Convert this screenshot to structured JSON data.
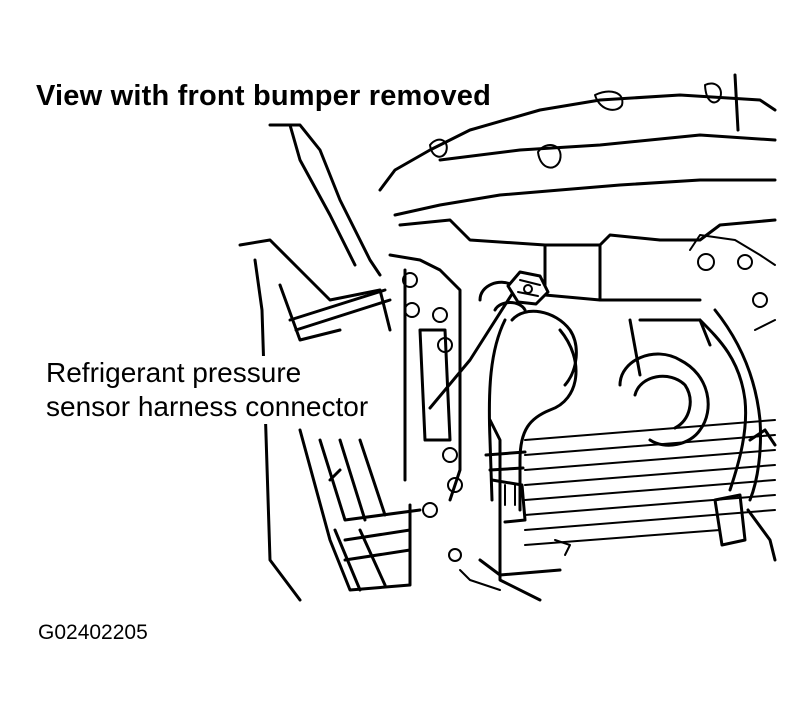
{
  "diagram": {
    "title": "View with front bumper removed",
    "callout": {
      "line1": "Refrigerant pressure",
      "line2": "sensor harness connector"
    },
    "figure_id": "G02402205",
    "ink_color": "#000000",
    "background_color": "#ffffff"
  }
}
